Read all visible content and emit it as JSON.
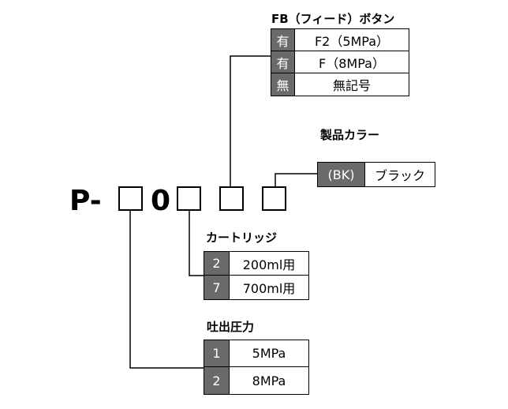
{
  "model": {
    "prefix": "P-",
    "fixed_digit": "0"
  },
  "fb_button": {
    "title": "FB（フィード）ボタン",
    "rows": [
      {
        "code": "有",
        "label": "F2（5MPa）"
      },
      {
        "code": "有",
        "label": "F（8MPa）"
      },
      {
        "code": "無",
        "label": "無記号"
      }
    ]
  },
  "color": {
    "title": "製品カラー",
    "rows": [
      {
        "code": "(BK)",
        "label": "ブラック"
      }
    ]
  },
  "cartridge": {
    "title": "カートリッジ",
    "rows": [
      {
        "code": "2",
        "label": "200ml用"
      },
      {
        "code": "7",
        "label": "700ml用"
      }
    ]
  },
  "pressure": {
    "title": "吐出圧力",
    "rows": [
      {
        "code": "1",
        "label": "5MPa"
      },
      {
        "code": "2",
        "label": "8MPa"
      }
    ]
  }
}
